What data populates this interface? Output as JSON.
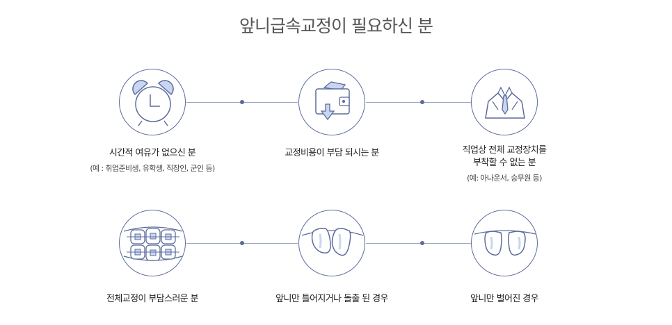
{
  "title": "앞니급속교정이 필요하신 분",
  "cards": [
    {
      "label": "시간적 여유가 없으신 분",
      "sub": "(예 : 취업준비생, 유학생, 직장인, 군인 등)",
      "icon": "alarm-clock-icon"
    },
    {
      "label": "교정비용이 부담 되시는 분",
      "icon": "wallet-icon"
    },
    {
      "label_line1": "직업상 전체 교정장치를",
      "label_line2": "부착할 수 없는 분",
      "sub": "(예: 아나운서, 승무원 등)",
      "icon": "suit-tie-icon"
    },
    {
      "label": "전체교정이 부담스러운 분",
      "icon": "braces-icon"
    },
    {
      "label": "앞니만 틀어지거나 돌출 된 경우",
      "icon": "crooked-teeth-icon"
    },
    {
      "label": "앞니만 벌어진 경우",
      "icon": "gapped-teeth-icon"
    }
  ],
  "colors": {
    "line": "#9aa6c4",
    "stroke": "#5c6b9c",
    "fill": "#c9d6f2"
  }
}
